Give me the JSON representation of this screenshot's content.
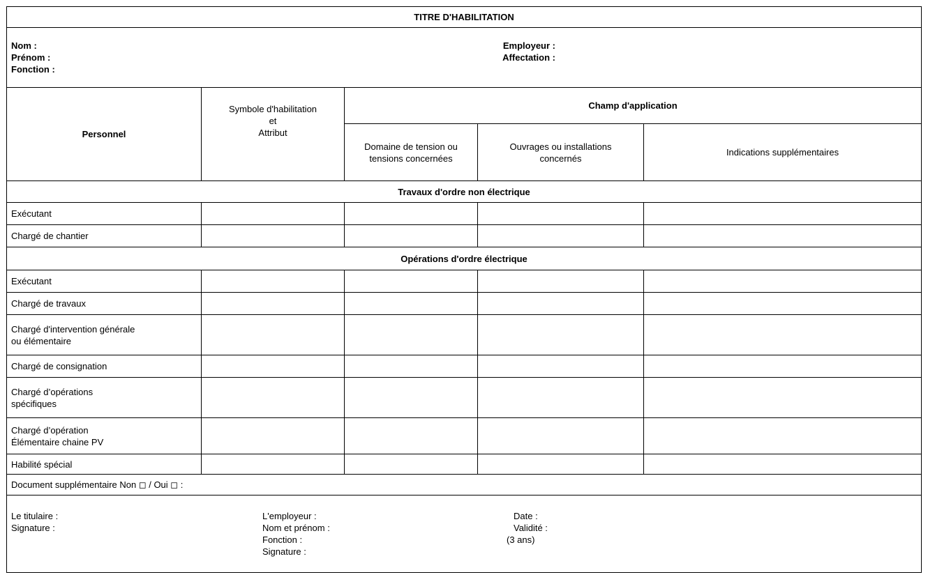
{
  "title": "TITRE D'HABILITATION",
  "identity": {
    "nom": "Nom :",
    "prenom": "Prénom :",
    "fonction": "Fonction :",
    "employeur": "Employeur :",
    "affectation": "Affectation :"
  },
  "headers": {
    "personnel": "Personnel",
    "symbole_l1": "Symbole d'habilitation",
    "symbole_l2": "et",
    "symbole_l3": "Attribut",
    "champ": "Champ d'application",
    "domaine_l1": "Domaine de tension ou",
    "domaine_l2": "tensions concernées",
    "ouvrages_l1": "Ouvrages ou installations",
    "ouvrages_l2": "concernés",
    "indications": "Indications supplémentaires"
  },
  "sections": {
    "non_electrique": {
      "title": "Travaux d'ordre non électrique",
      "rows": [
        {
          "l1": "Exécutant",
          "l2": ""
        },
        {
          "l1": "Chargé de chantier",
          "l2": ""
        }
      ]
    },
    "electrique": {
      "title": "Opérations d'ordre électrique",
      "rows": [
        {
          "l1": "Exécutant",
          "l2": ""
        },
        {
          "l1": "Chargé de travaux",
          "l2": ""
        },
        {
          "l1": "Chargé d'intervention générale",
          "l2": "ou élémentaire"
        },
        {
          "l1": "Chargé de consignation",
          "l2": ""
        },
        {
          "l1": "Chargé d’opérations",
          "l2": "spécifiques"
        },
        {
          "l1": "Chargé d’opération",
          "l2": "Élémentaire chaine PV"
        },
        {
          "l1": "Habilité spécial",
          "l2": ""
        }
      ]
    }
  },
  "document_supplementaire": "Document supplémentaire  Non ◻ / Oui ◻ :",
  "footer": {
    "titulaire": "Le titulaire :",
    "signature": "Signature :",
    "employeur": "L'employeur :",
    "nom_prenom": "Nom et prénom :",
    "fonction": "Fonction :",
    "emp_signature": "Signature :",
    "date": "Date :",
    "validite": "Validité :",
    "duree": "(3 ans)"
  }
}
